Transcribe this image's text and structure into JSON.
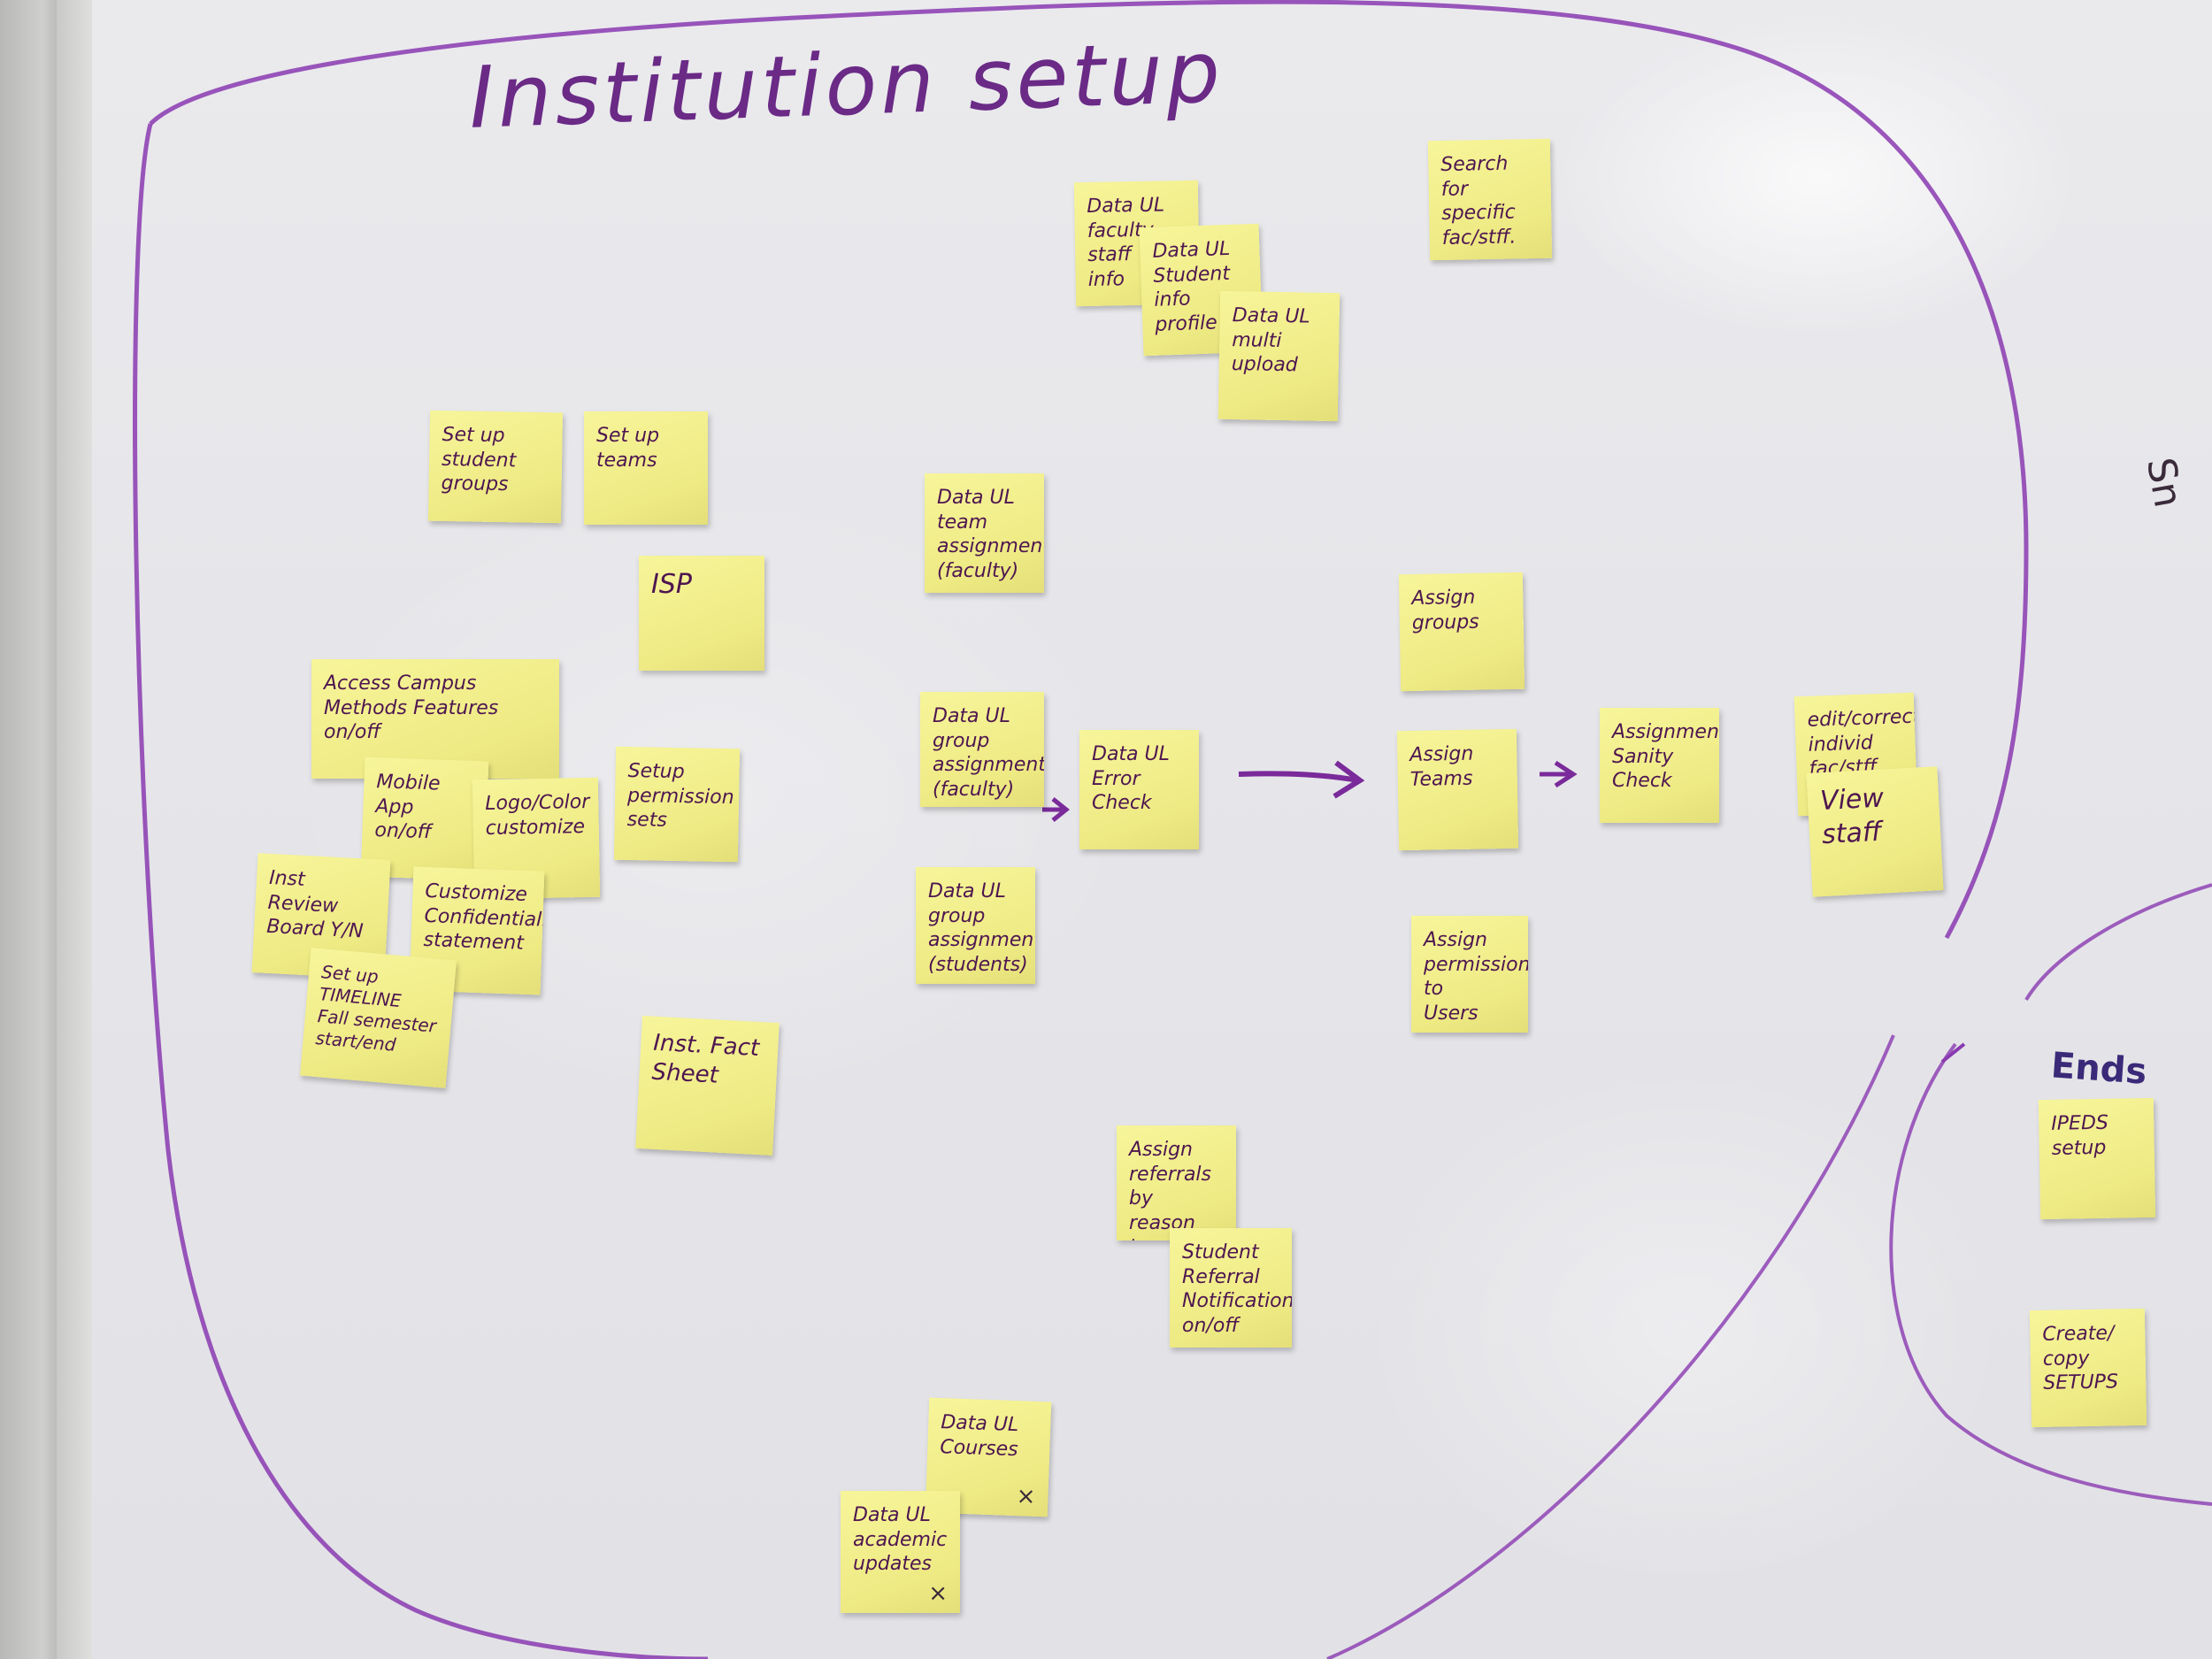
{
  "board": {
    "title": "Institution setup",
    "side_label": "Ends",
    "edge_text": "Sn"
  },
  "notes": [
    {
      "id": "faculty-staff-info",
      "text": "Data UL\nfaculty staff\ninfo",
      "x_mark": false
    },
    {
      "id": "student-info",
      "text": "Data UL\nStudent info\nprofile",
      "x_mark": false
    },
    {
      "id": "multi-upload",
      "text": "Data UL\nmulti upload",
      "x_mark": false
    },
    {
      "id": "search-fac-staff",
      "text": "Search\nfor specific\nfac/stff.",
      "x_mark": false
    },
    {
      "id": "student-groups",
      "text": "Set up\nstudent\ngroups",
      "x_mark": false
    },
    {
      "id": "set-up-teams",
      "text": "Set up\nteams",
      "x_mark": false
    },
    {
      "id": "team-assignments",
      "text": "Data UL\nteam assignments\n(faculty)",
      "x_mark": false
    },
    {
      "id": "isp",
      "text": "ISP",
      "x_mark": false
    },
    {
      "id": "access-campus",
      "text": "Access        Campus\nMethods     Features\n                    on/off",
      "x_mark": false
    },
    {
      "id": "permission-sets",
      "text": "Setup\npermission\nsets",
      "x_mark": false
    },
    {
      "id": "group-assignment-faculty",
      "text": "Data UL\ngroup assignment\n(faculty)",
      "x_mark": false
    },
    {
      "id": "error-check",
      "text": "Data UL\nError Check",
      "x_mark": false
    },
    {
      "id": "assign-groups",
      "text": "Assign\ngroups",
      "x_mark": false
    },
    {
      "id": "assign-teams",
      "text": "Assign\nTeams",
      "x_mark": false
    },
    {
      "id": "sanity-check",
      "text": "Assignment\nSanity\nCheck",
      "x_mark": false
    },
    {
      "id": "edit-correct",
      "text": "edit/correct\nindivid\nfac/stff",
      "x_mark": false
    },
    {
      "id": "view-staff",
      "text": "View\nstaff",
      "x_mark": false
    },
    {
      "id": "mobile-app",
      "text": "Mobile\nApp\non/off",
      "x_mark": false
    },
    {
      "id": "logo-color",
      "text": "Logo/Color\ncustomize",
      "x_mark": false
    },
    {
      "id": "inst-review-board",
      "text": "Inst Review\nBoard Y/N",
      "x_mark": false
    },
    {
      "id": "confidentiality",
      "text": "Customize\nConfidentiality\nstatement",
      "x_mark": false
    },
    {
      "id": "timeline",
      "text": "Set up\nTIMELINE\nFall semester\nstart/end",
      "x_mark": false
    },
    {
      "id": "group-assignments-students",
      "text": "Data UL\ngroup assignments\n(students)",
      "x_mark": false
    },
    {
      "id": "permissions-users",
      "text": "Assign\npermissions\nto\nUsers",
      "x_mark": false
    },
    {
      "id": "inst-fact-sheet",
      "text": "Inst. Fact\nSheet",
      "x_mark": false
    },
    {
      "id": "assign-referrals",
      "text": "Assign\nreferrals\nby reason\nto person",
      "x_mark": false
    },
    {
      "id": "referral-notification",
      "text": "Student\nReferral\nNotification\non/off",
      "x_mark": false
    },
    {
      "id": "courses",
      "text": "Data UL\nCourses",
      "x_mark": true
    },
    {
      "id": "academic-updates",
      "text": "Data UL\nacademic\nupdates",
      "x_mark": true
    },
    {
      "id": "ipeds-setup",
      "text": "IPEDS\nsetup",
      "x_mark": false
    },
    {
      "id": "copy-setups",
      "text": "Create/\ncopy\nSETUPS",
      "x_mark": false
    }
  ],
  "colors": {
    "note": "#f2ef8c",
    "marker_purple": "#8a3ab0",
    "ink_text": "#4e1650"
  }
}
